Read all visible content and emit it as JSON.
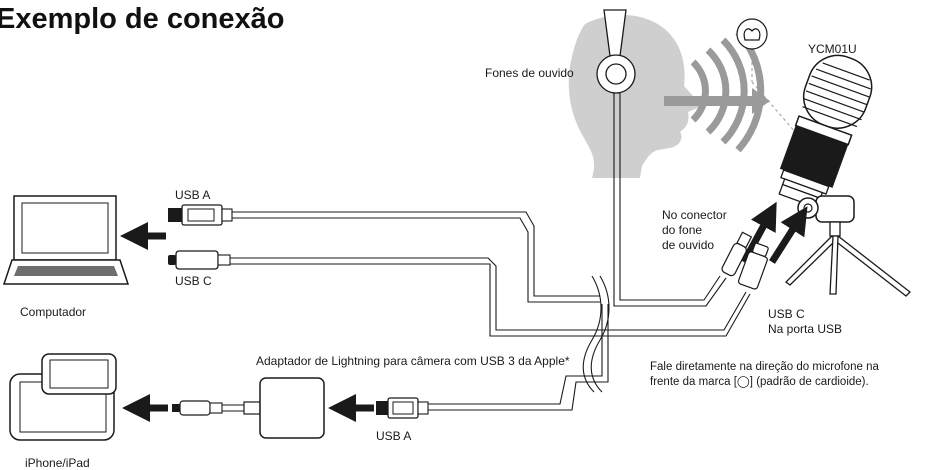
{
  "title": "Exemplo de conexão",
  "labels": {
    "headphones": "Fones de ouvido",
    "mic_model": "YCM01U",
    "usb_a_top": "USB A",
    "usb_c_left": "USB C",
    "computer": "Computador",
    "headphone_jack": [
      "No conector",
      "do fone",
      "de ouvido"
    ],
    "usb_c_port": [
      "USB C",
      "Na porta USB"
    ],
    "adapter": "Adaptador de Lightning para câmera com USB 3 da Apple*",
    "speak_note": [
      "Fale diretamente na direção do microfone na",
      "frente da marca [◯] (padrão de cardioide)."
    ],
    "usb_a_bottom": "USB A",
    "iphone": "iPhone/iPad"
  },
  "colors": {
    "line": "#1a1a1a",
    "head": "#cfcfcf",
    "sound": "#9a9a9a",
    "screen": "#6e6e6e",
    "dashed": "#9a9a9a"
  }
}
